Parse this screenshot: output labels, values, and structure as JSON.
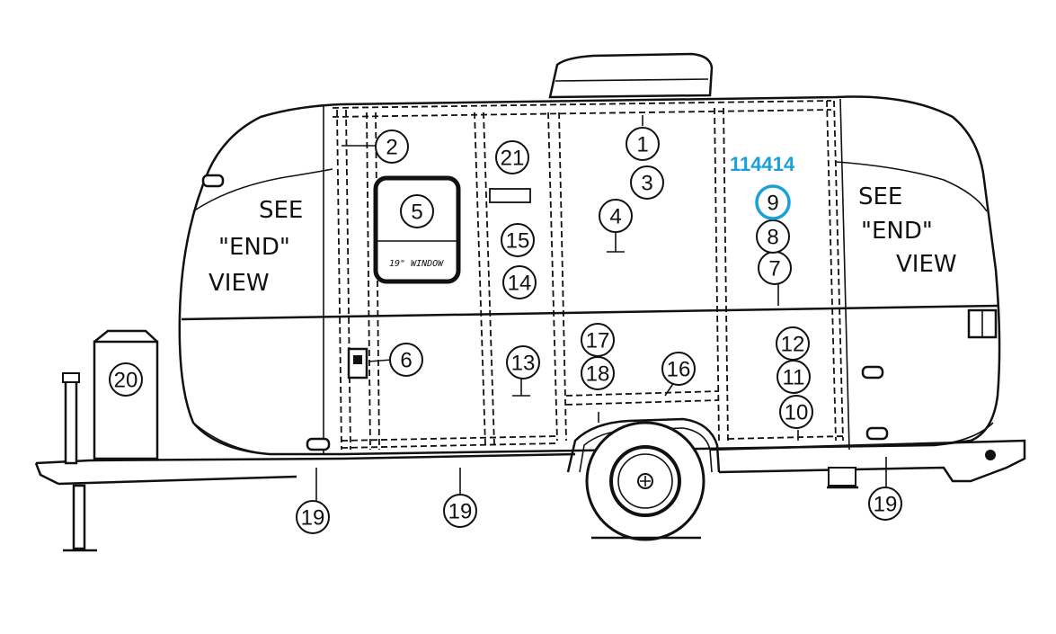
{
  "part_id": "114414",
  "highlighted_callout": "9",
  "window_label": "19\" WINDOW",
  "see_end_view_front": {
    "line1": "SEE",
    "line2": "\"END\"",
    "line3": "VIEW"
  },
  "see_end_view_rear": {
    "line1": "SEE",
    "line2": "\"END\"",
    "line3": "VIEW"
  },
  "callouts": {
    "c1": "1",
    "c2": "2",
    "c3": "3",
    "c4": "4",
    "c5": "5",
    "c6": "6",
    "c7": "7",
    "c8": "8",
    "c9": "9",
    "c10": "10",
    "c11": "11",
    "c12": "12",
    "c13": "13",
    "c14": "14",
    "c15": "15",
    "c16": "16",
    "c17": "17",
    "c18": "18",
    "c19a": "19",
    "c19b": "19",
    "c19c": "19",
    "c20": "20",
    "c21": "21"
  },
  "colors": {
    "highlight": "#1aa0db",
    "ink": "#111111"
  }
}
